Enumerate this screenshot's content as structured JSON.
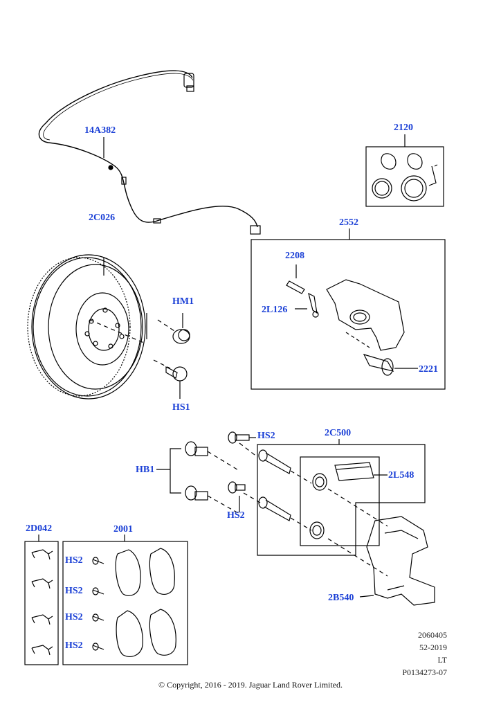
{
  "callouts": {
    "sensor": "14A382",
    "disc": "2C026",
    "seal_kit": "2120",
    "caliper": "2552",
    "bleed_screw": "2208",
    "clip": "2L126",
    "hm1": "HM1",
    "piston": "2221",
    "hs1": "HS1",
    "hs2_top": "HS2",
    "carrier_kit": "2C500",
    "hb1": "HB1",
    "grease": "2L548",
    "hs2_mid": "HS2",
    "spring_clips": "2D042",
    "pad_kit": "2001",
    "hs2_a": "HS2",
    "hs2_b": "HS2",
    "hs2_c": "HS2",
    "hs2_d": "HS2",
    "carrier": "2B540"
  },
  "meta": {
    "code1": "2060405",
    "code2": "52-2019",
    "code3": "LT",
    "code4": "P0134273-07"
  },
  "copyright": "© Copyright, 2016 - 2019. Jaguar Land Rover Limited.",
  "colors": {
    "callout": "#1a3fd6",
    "line": "#000000"
  }
}
